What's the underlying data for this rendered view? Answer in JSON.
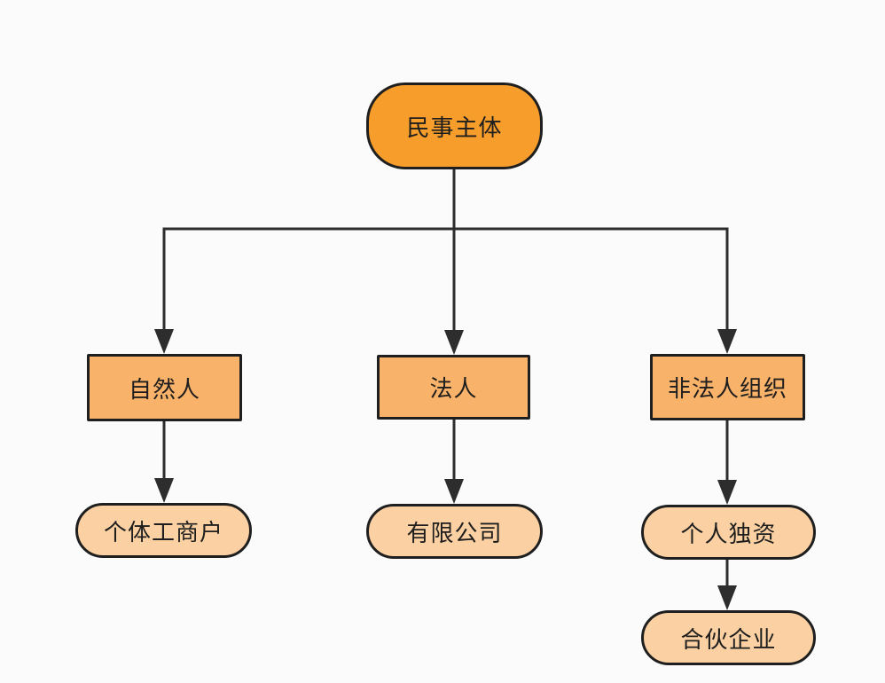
{
  "diagram": {
    "type": "flowchart",
    "nodes": {
      "root": {
        "label": "民事主体",
        "shape": "rounded-rectangle",
        "level": 1
      },
      "natural_person": {
        "label": "自然人",
        "shape": "rectangle",
        "level": 2
      },
      "legal_person": {
        "label": "法人",
        "shape": "rectangle",
        "level": 2
      },
      "unincorporated": {
        "label": "非法人组织",
        "shape": "rectangle",
        "level": 2
      },
      "individual_biz": {
        "label": "个体工商户",
        "shape": "stadium",
        "level": 3
      },
      "limited_company": {
        "label": "有限公司",
        "shape": "stadium",
        "level": 3
      },
      "sole_proprietor": {
        "label": "个人独资",
        "shape": "stadium",
        "level": 3
      },
      "partnership": {
        "label": "合伙企业",
        "shape": "stadium",
        "level": 4
      }
    },
    "edges": [
      {
        "from": "民事主体",
        "to": "自然人"
      },
      {
        "from": "民事主体",
        "to": "法人"
      },
      {
        "from": "民事主体",
        "to": "非法人组织"
      },
      {
        "from": "自然人",
        "to": "个体工商户"
      },
      {
        "from": "法人",
        "to": "有限公司"
      },
      {
        "from": "非法人组织",
        "to": "个人独资"
      },
      {
        "from": "个人独资",
        "to": "合伙企业"
      }
    ],
    "colors": {
      "root_fill": "#F79D2B",
      "branch_fill": "#F9B269",
      "leaf_fill": "#FBD0A2",
      "border": "#1F1F1F",
      "connector": "#2D2D2D",
      "text": "#1E1E1E",
      "background": "#FBFBFB"
    }
  }
}
